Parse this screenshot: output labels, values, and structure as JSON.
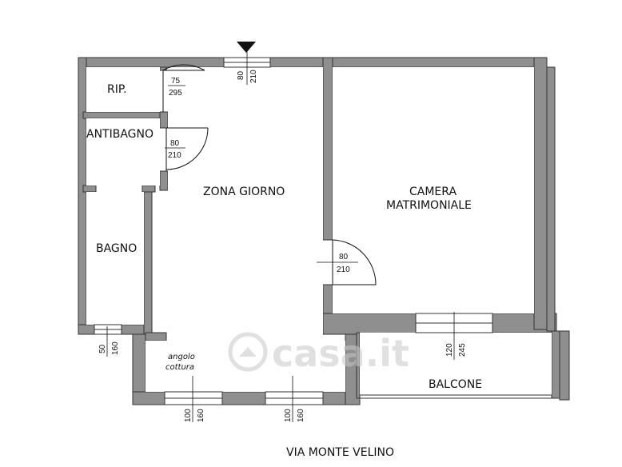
{
  "rooms": {
    "rip": "RIP.",
    "antibagno": "ANTIBAGNO",
    "bagno": "BAGNO",
    "zona_giorno": "ZONA GIORNO",
    "camera_line1": "CAMERA",
    "camera_line2": "MATRIMONIALE",
    "angolo_line1": "angolo",
    "angolo_line2": "cottura",
    "balcone": "BALCONE"
  },
  "dimensions": {
    "entrance_w": "80",
    "entrance_h": "210",
    "rip_w": "75",
    "rip_h": "295",
    "antibagno_w": "80",
    "antibagno_h": "210",
    "camera_door_w": "80",
    "camera_door_h": "210",
    "bagno_win_w": "50",
    "bagno_win_h": "160",
    "camera_win_w": "120",
    "camera_win_h": "245",
    "kitchen_win1_w": "100",
    "kitchen_win1_h": "160",
    "kitchen_win2_w": "100",
    "kitchen_win2_h": "160"
  },
  "street": "VIA MONTE VELINO",
  "watermark": "casa.it",
  "colors": {
    "wall": "#8f8f8f",
    "ink": "#111111",
    "watermark": "#cfcfcf"
  }
}
